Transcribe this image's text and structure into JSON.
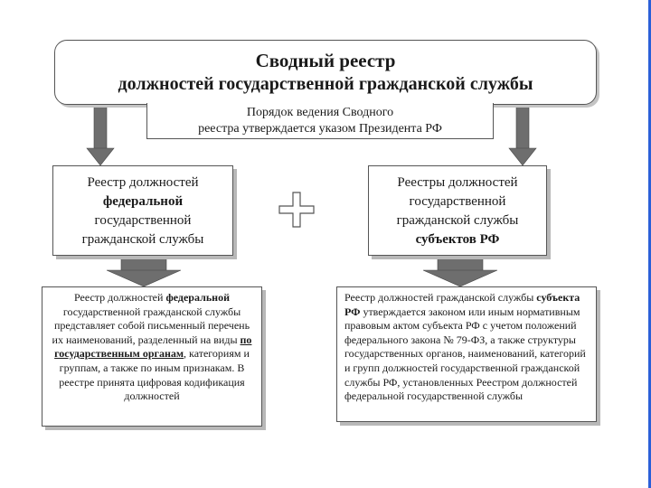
{
  "title": {
    "line1": "Сводный реестр",
    "line2": "должностей государственной гражданской службы"
  },
  "order_note": {
    "line1": "Порядок ведения Сводного",
    "line2": "реестра утверждается указом Президента РФ"
  },
  "left_registry": {
    "line1": "Реестр должностей",
    "line2_bold": "федеральной",
    "line3": "государственной",
    "line4": "гражданской службы"
  },
  "right_registry": {
    "line1": "Реестры должностей",
    "line2": "государственной",
    "line3": "гражданской службы",
    "line4_bold": "субъектов РФ"
  },
  "plus_symbol": "+",
  "left_description": {
    "part1": "Реестр должностей ",
    "part2_bold": "федеральной",
    "part3": " государственной гражданской службы представляет собой письменный перечень их наименований, разделенный на виды ",
    "part4_bold_underline": "по государственным органам",
    "part5": ", категориям и группам, а также по иным признакам. В реестре принята цифровая кодификация должностей"
  },
  "right_description": {
    "part1": "Реестр должностей гражданской службы ",
    "part2_bold": "субъекта РФ",
    "part3": " утверждается законом или иным нормативным правовым актом субъекта РФ с учетом положений федерального закона № 79-ФЗ, а также структуры государственных органов, наименований, категорий и групп должностей государственной гражданской службы РФ, установленных Реестром должностей федеральной государственной службы"
  },
  "colors": {
    "arrow_fill": "#6e6e6e",
    "border": "#555555",
    "shadow": "#b8b8b8",
    "right_edge_accent": "#2b5fd8"
  }
}
